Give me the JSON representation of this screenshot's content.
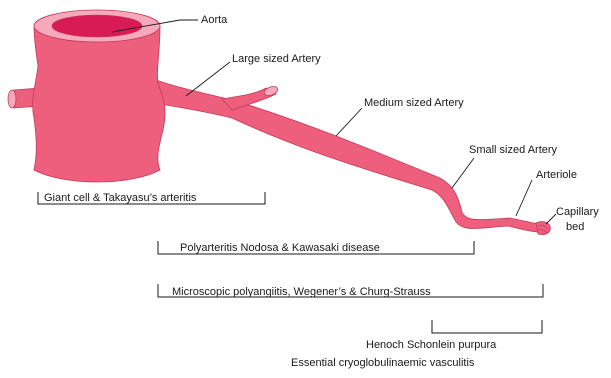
{
  "labels": {
    "aorta": "Aorta",
    "large_artery": "Large sized Artery",
    "medium_artery": "Medium sized Artery",
    "small_artery": "Small sized Artery",
    "arteriole": "Arteriole",
    "capillary_line1": "Capillary",
    "capillary_line2": "bed"
  },
  "diseases": {
    "giant_cell": "Giant cell & Takayasu’s arteritis",
    "polyarteritis": "Polyarteritis Nodosa & Kawasaki disease",
    "microscopic": "Microscopic polyangiitis, Wegener’s & Churg-Strauss",
    "henoch": "Henoch Schonlein purpura",
    "cryoglobulinaemic": "Essential cryoglobulinaemic vasculitis"
  },
  "colors": {
    "vessel": "#ee5f7d",
    "vessel_edge": "#c23a5a",
    "vessel_top": "#f6a9bb",
    "lumen": "#d81b55"
  }
}
